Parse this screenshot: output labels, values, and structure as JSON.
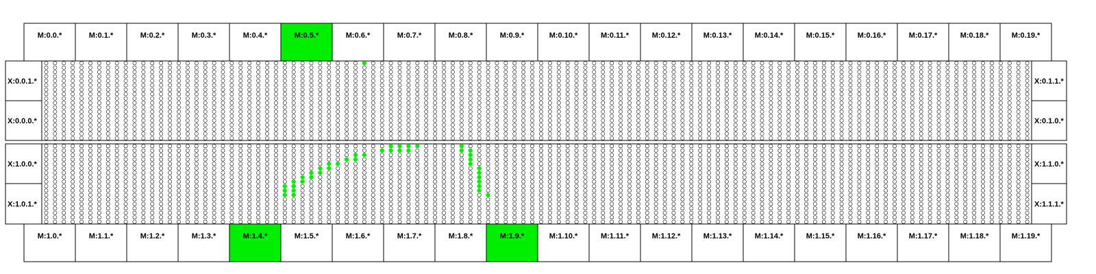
{
  "top_labels": [
    "M:0.0.*",
    "M:0.1.*",
    "M:0.2.*",
    "M:0.3.*",
    "M:0.4.*",
    "M:0.5.*",
    "M:0.6.*",
    "M:0.7.*",
    "M:0.8.*",
    "M:0.9.*",
    "M:0.10.*",
    "M:0.11.*",
    "M:0.12.*",
    "M:0.13.*",
    "M:0.14.*",
    "M:0.15.*",
    "M:0.16.*",
    "M:0.17.*",
    "M:0.18.*",
    "M:0.19.*"
  ],
  "bottom_labels": [
    "M:1.0.*",
    "M:1.1.*",
    "M:1.2.*",
    "M:1.3.*",
    "M:1.4.*",
    "M:1.5.*",
    "M:1.6.*",
    "M:1.7.*",
    "M:1.8.*",
    "M:1.9.*",
    "M:1.10.*",
    "M:1.11.*",
    "M:1.12.*",
    "M:1.13.*",
    "M:1.14.*",
    "M:1.15.*",
    "M:1.16.*",
    "M:1.17.*",
    "M:1.18.*",
    "M:1.19.*"
  ],
  "left_labels": [
    "X:0.0.1.*",
    "X:0.0.0.*",
    "X:1.0.0.*",
    "X:1.0.1.*"
  ],
  "right_labels": [
    "X:0.1.1.*",
    "X:0.1.0.*",
    "X:1.1.0.*",
    "X:1.1.1.*"
  ],
  "highlighted_top": [
    5
  ],
  "highlighted_bottom": [
    4,
    9
  ],
  "colors": {
    "highlight": "#00ee00",
    "stroke": "#000000",
    "background": "#ffffff"
  },
  "lattice": {
    "cols": 112,
    "rows_per_block": 18
  },
  "active_nodes_top": [
    [
      36,
      0
    ]
  ],
  "active_nodes_bottom": [
    [
      39,
      0
    ],
    [
      40,
      0
    ],
    [
      41,
      0
    ],
    [
      42,
      0
    ],
    [
      47,
      0
    ],
    [
      38,
      1
    ],
    [
      39,
      1
    ],
    [
      40,
      1
    ],
    [
      41,
      1
    ],
    [
      47,
      1
    ],
    [
      48,
      1
    ],
    [
      35,
      2
    ],
    [
      36,
      2
    ],
    [
      48,
      2
    ],
    [
      34,
      3
    ],
    [
      35,
      3
    ],
    [
      48,
      3
    ],
    [
      32,
      4
    ],
    [
      33,
      4
    ],
    [
      48,
      4
    ],
    [
      31,
      5
    ],
    [
      32,
      5
    ],
    [
      49,
      5
    ],
    [
      30,
      6
    ],
    [
      31,
      6
    ],
    [
      49,
      6
    ],
    [
      29,
      7
    ],
    [
      30,
      7
    ],
    [
      49,
      7
    ],
    [
      28,
      8
    ],
    [
      29,
      8
    ],
    [
      49,
      8
    ],
    [
      27,
      9
    ],
    [
      28,
      9
    ],
    [
      49,
      9
    ],
    [
      27,
      10
    ],
    [
      28,
      10
    ],
    [
      49,
      10
    ],
    [
      27,
      11
    ],
    [
      28,
      11
    ],
    [
      50,
      11
    ]
  ]
}
